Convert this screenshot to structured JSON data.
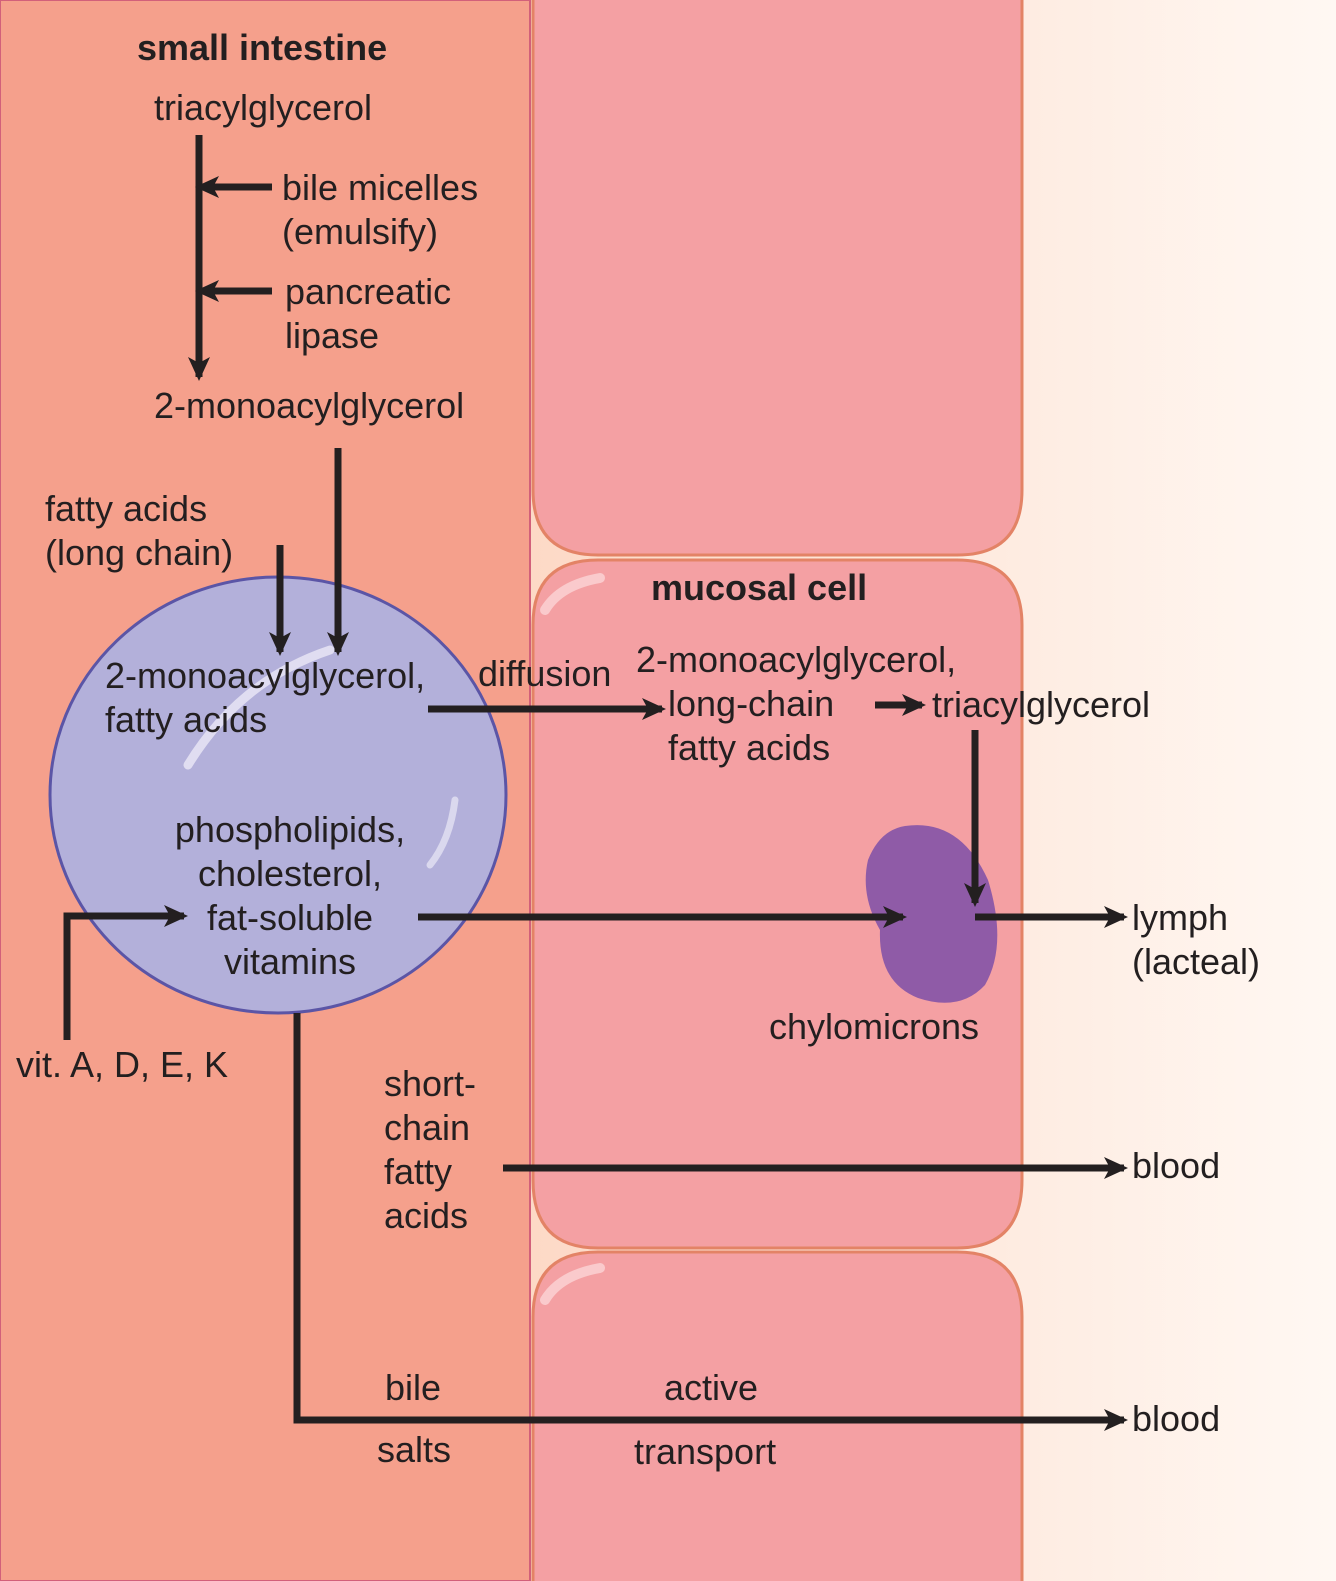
{
  "colors": {
    "intestine": "#f5a08c",
    "mucosal_cell": "#f4a0a3",
    "mucosal_border": "#e38366",
    "interstitial": "#fde3d5",
    "micelle_fill": "#b3b0da",
    "micelle_border": "#5b55a6",
    "chylomicron": "#8f5ba7",
    "arrow": "#231f20",
    "text": "#231f20"
  },
  "labels": {
    "small_intestine": "small intestine",
    "mucosal_cell": "mucosal cell",
    "triacylglycerol_top": "triacylglycerol",
    "bile_micelles": [
      "bile micelles",
      "(emulsify)"
    ],
    "pancreatic_lipase": [
      "pancreatic",
      "lipase"
    ],
    "monoacylglycerol": "2-monoacylglycerol",
    "fatty_acids_long": [
      "fatty acids",
      "(long chain)"
    ],
    "micelle_contents_top": [
      "2-monoacylglycerol,",
      "fatty acids"
    ],
    "micelle_contents_bottom": [
      "phospholipids,",
      "cholesterol,",
      "fat-soluble",
      "vitamins"
    ],
    "diffusion": "diffusion",
    "cell_products": [
      "2-monoacylglycerol,",
      "long-chain",
      "fatty acids"
    ],
    "triacylglycerol_cell": "triacylglycerol",
    "chylomicrons": "chylomicrons",
    "lymph": [
      "lymph",
      "(lacteal)"
    ],
    "vitamins": "vit. A, D, E, K",
    "short_chain": [
      "short-",
      "chain",
      "fatty",
      "acids"
    ],
    "blood_1": "blood",
    "bile_salts_top": "bile",
    "bile_salts_bottom": "salts",
    "active_top": "active",
    "active_bottom": "transport",
    "blood_2": "blood"
  }
}
